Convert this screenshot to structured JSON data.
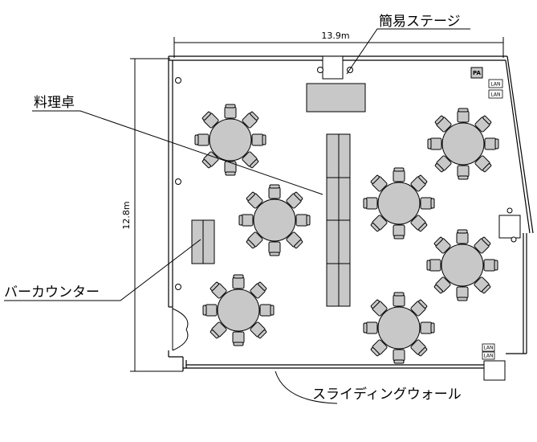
{
  "labels": {
    "stage": "簡易ステージ",
    "cooking_table": "料理卓",
    "bar_counter": "バーカウンター",
    "sliding_wall": "スライディングウォール"
  },
  "dimensions": {
    "width": "13.9m",
    "height": "12.8m"
  },
  "equipment": {
    "pa": "PA",
    "lan": "LAN"
  },
  "colors": {
    "fill": "#c8c8c8",
    "line": "#000000"
  }
}
